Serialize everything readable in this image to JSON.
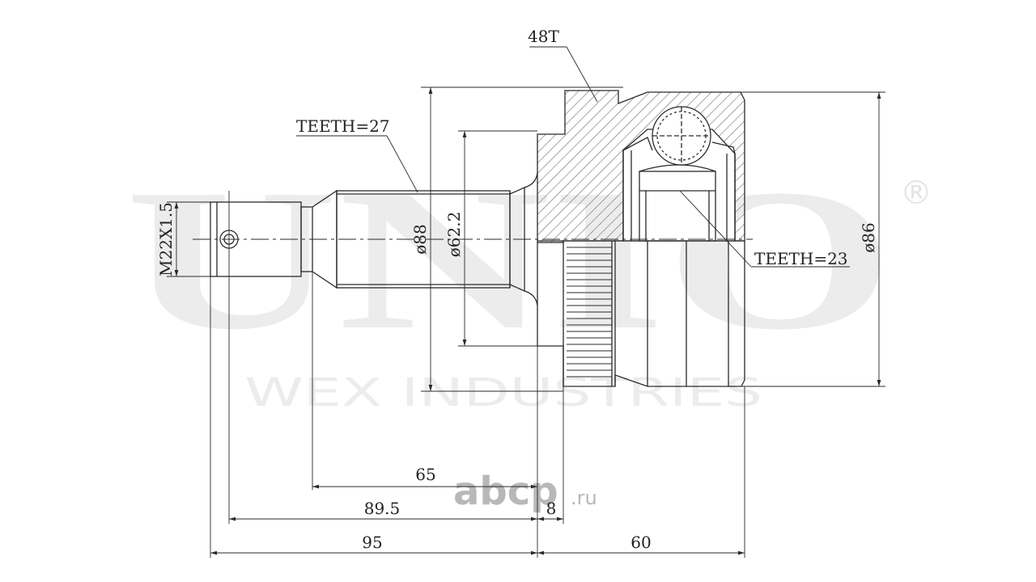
{
  "watermark": {
    "brand": "UNIO",
    "registered": "®",
    "tagline": "WEX INDUSTRIES"
  },
  "site_logo": {
    "name": "abcp",
    "domain": ".ru",
    "color": "#b8b8b8"
  },
  "labels": {
    "outer_teeth": "48T",
    "shaft_teeth": "TEETH=27",
    "inner_teeth": "TEETH=23",
    "thread": "M22X1.5",
    "dia_88": "ø88",
    "dia_62": "ø62.2",
    "dia_86": "ø86"
  },
  "dimensions": {
    "d65": "65",
    "d89": "89.5",
    "d8": "8",
    "d95": "95",
    "d60": "60"
  },
  "colors": {
    "line": "#2a2a2a",
    "watermark": "#ececec"
  }
}
